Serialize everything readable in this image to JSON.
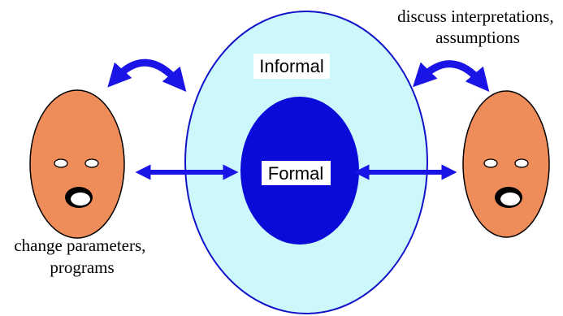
{
  "diagram": {
    "outer_label": "Informal",
    "inner_label": "Formal",
    "left_caption": [
      "change parameters,",
      "programs"
    ],
    "right_caption": [
      "discuss interpretations,",
      "assumptions"
    ]
  },
  "colors": {
    "outer_fill": "#ccf8fb",
    "outer_stroke": "#1212c8",
    "inner_fill": "#0b0bd9",
    "arrow": "#1a14e6",
    "face_fill": "#ee8c5a",
    "face_stroke": "#000000",
    "label_box": "#ffffff"
  },
  "icons": [
    "face-left-icon",
    "face-right-icon",
    "double-arrow-icon",
    "curved-arrow-icon"
  ]
}
